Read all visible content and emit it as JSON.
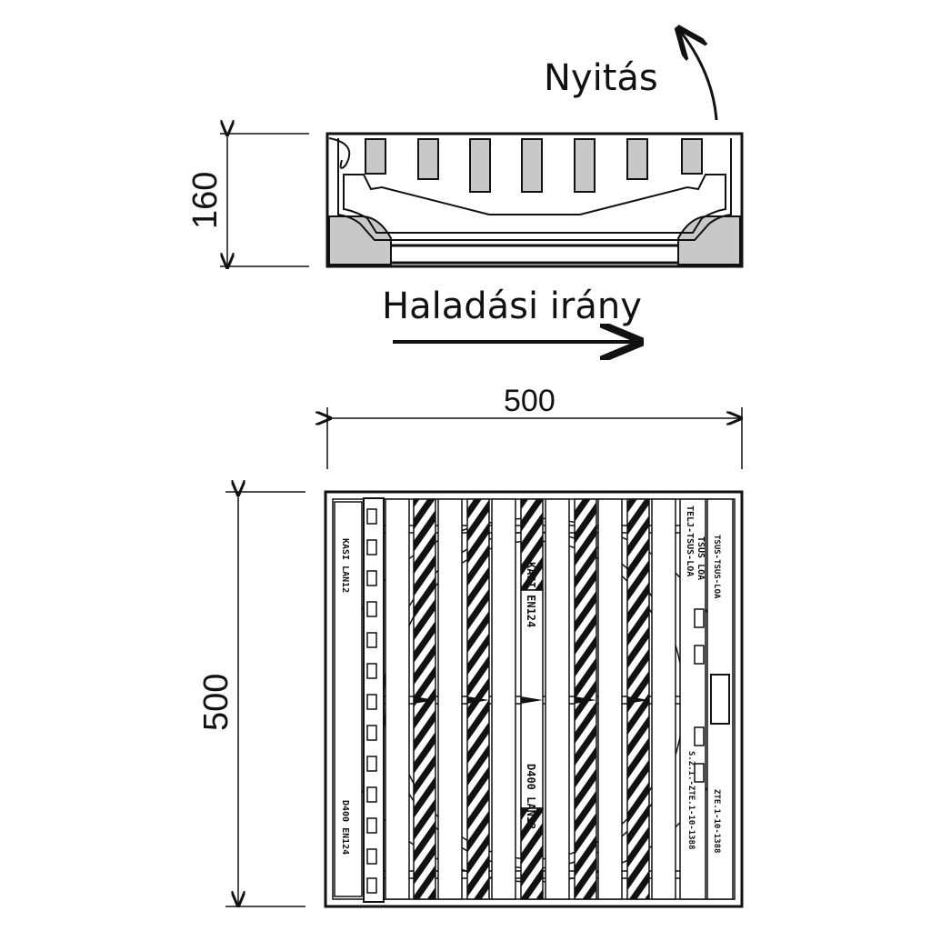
{
  "labels": {
    "opening": "Nyitás",
    "direction": "Haladási irány"
  },
  "dimensions": {
    "section_height": "160",
    "plan_width": "500",
    "plan_height": "500"
  },
  "markings": {
    "left_top": "KASI LAN12",
    "left_bottom": "D400 EN124",
    "center_top": "KASI EN124",
    "center_bottom": "D400 LAN12",
    "right_a": "TELJ-TSUS-LOA",
    "right_b": "TSUS LOA",
    "right_c": "TSUS-TSUS-LOA",
    "right_d": "S.Z.I.-ZTE.1-10-1388",
    "right_e": "ZTE.1-10-1388"
  },
  "colors": {
    "line": "#111111",
    "fill_gray": "#c8c8c8"
  }
}
